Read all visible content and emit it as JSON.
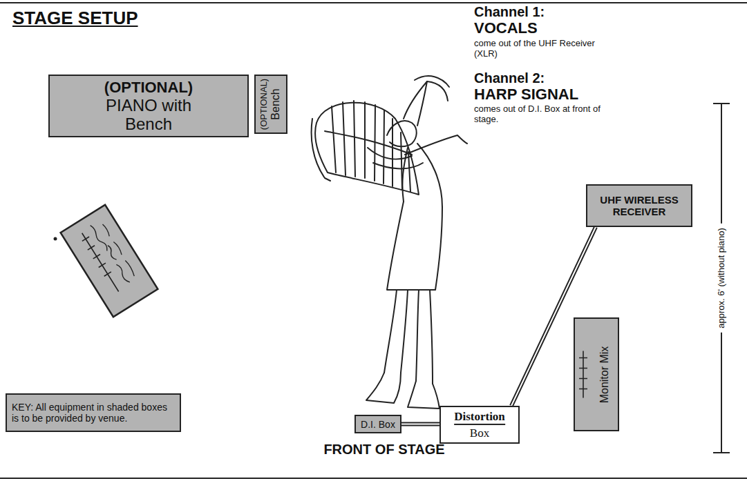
{
  "diagram": {
    "title": "STAGE SETUP",
    "nodes": [
      {
        "text": [
          "(OPTIONAL)",
          "PIANO with Bench"
        ]
      },
      {
        "text": [
          "(OPTIONAL)",
          "Bench"
        ]
      },
      {
        "text": [
          "UHF WIRELESS RECEIVER"
        ]
      },
      {
        "text": [
          "Monitor Mix"
        ]
      },
      {
        "text": [
          "KEY: All equipment in shaded boxes is to be provided by venue."
        ]
      },
      {
        "text": [
          "D.I. Box"
        ]
      },
      {
        "text": [
          "Distortion",
          "Box"
        ]
      }
    ],
    "edges": [
      {
        "from": 5,
        "to": 6,
        "arrow": "none"
      },
      {
        "from": 6,
        "to": 2,
        "arrow": "none"
      }
    ],
    "labels": [
      "Channel 1:",
      "VOCALS",
      "come out of the UHF Receiver (XLR)",
      "Channel 2:",
      "HARP SIGNAL",
      "comes out of D.I. Box at front of stage.",
      "approx. 6' (without piano)",
      "FRONT OF STAGE"
    ]
  }
}
